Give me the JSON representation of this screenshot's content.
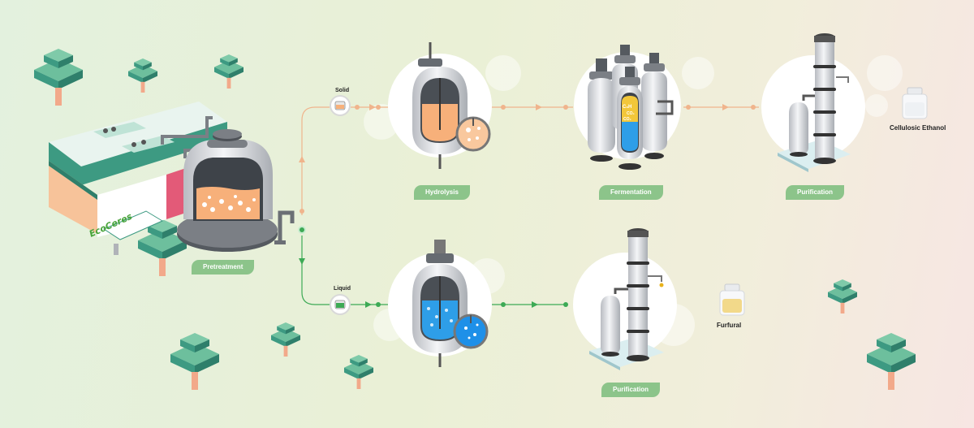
{
  "brand": {
    "logo_text": "EcoCeres",
    "logo_color": "#48a43a"
  },
  "stages": {
    "pretreatment": "Pretreatment",
    "hydrolysis": "Hydrolysis",
    "fermentation": "Fermentation",
    "purification_top": "Purification",
    "purification_bottom": "Purification"
  },
  "streams": {
    "solid": "Solid",
    "liquid": "Liquid"
  },
  "products": {
    "ethanol": "Cellulosic  Ethanol",
    "furfural": "Furfural"
  },
  "fermentation_molecules": [
    "C₆H",
    "CO₂",
    "CO₂"
  ],
  "colors": {
    "tag": "#8cc48a",
    "solid_flow": "#f0b48c",
    "liquid_flow": "#3daa55",
    "slurry": "#f7b07a",
    "liquid": "#2e9ee8",
    "tree_top": "#3d9a82",
    "tree_trunk": "#f2a98a"
  }
}
